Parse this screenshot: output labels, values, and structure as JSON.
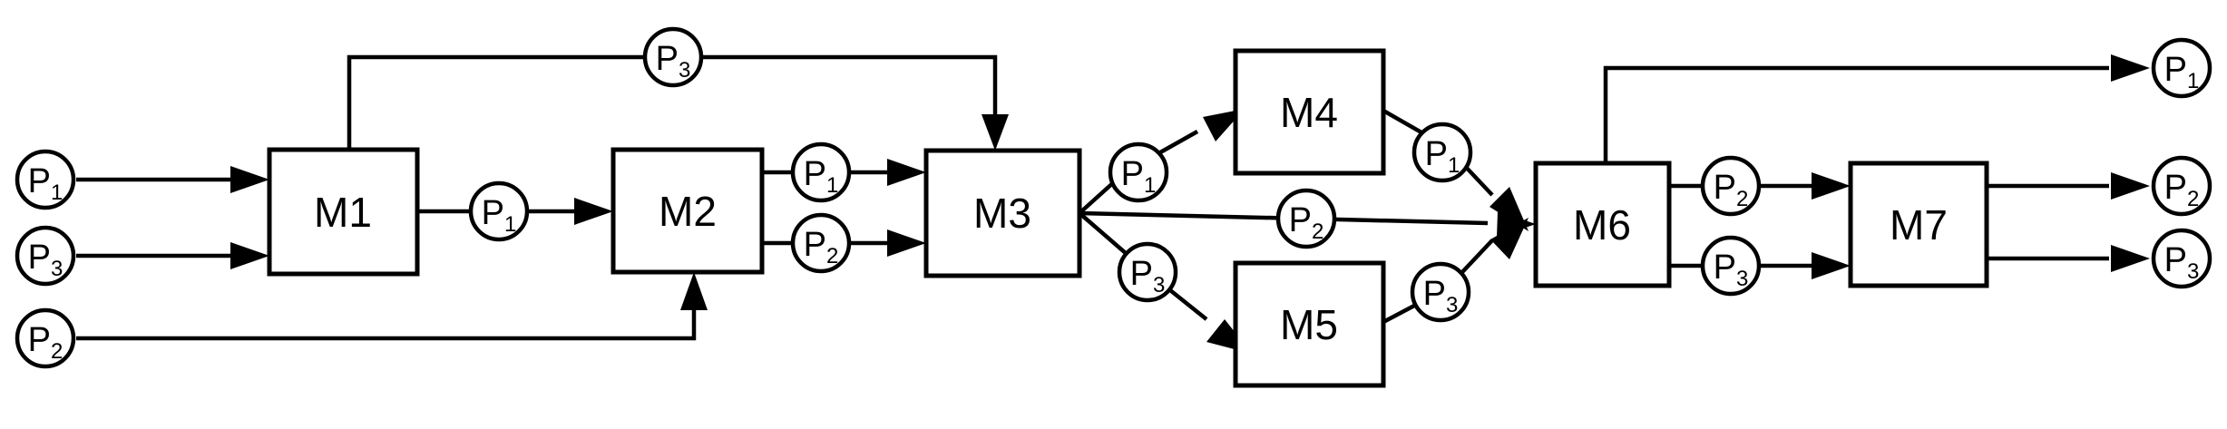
{
  "machines": {
    "m1": "M1",
    "m2": "M2",
    "m3": "M3",
    "m4": "M4",
    "m5": "M5",
    "m6": "M6",
    "m7": "M7"
  },
  "tokens": {
    "in_p1": {
      "letter": "P",
      "index": "1"
    },
    "in_p3": {
      "letter": "P",
      "index": "3"
    },
    "in_p2": {
      "letter": "P",
      "index": "2"
    },
    "m1_m3_p3": {
      "letter": "P",
      "index": "3"
    },
    "m1_m2_p1": {
      "letter": "P",
      "index": "1"
    },
    "m2_m3_p1": {
      "letter": "P",
      "index": "1"
    },
    "m2_m3_p2": {
      "letter": "P",
      "index": "2"
    },
    "m3_m4_p1": {
      "letter": "P",
      "index": "1"
    },
    "m3_m5_p3": {
      "letter": "P",
      "index": "3"
    },
    "m3_m6_p2": {
      "letter": "P",
      "index": "2"
    },
    "m4_m6_p1": {
      "letter": "P",
      "index": "1"
    },
    "m5_m6_p3": {
      "letter": "P",
      "index": "3"
    },
    "m6_m7_p2": {
      "letter": "P",
      "index": "2"
    },
    "m6_m7_p3": {
      "letter": "P",
      "index": "3"
    },
    "out_p1": {
      "letter": "P",
      "index": "1"
    },
    "out_p2": {
      "letter": "P",
      "index": "2"
    },
    "out_p3": {
      "letter": "P",
      "index": "3"
    }
  }
}
